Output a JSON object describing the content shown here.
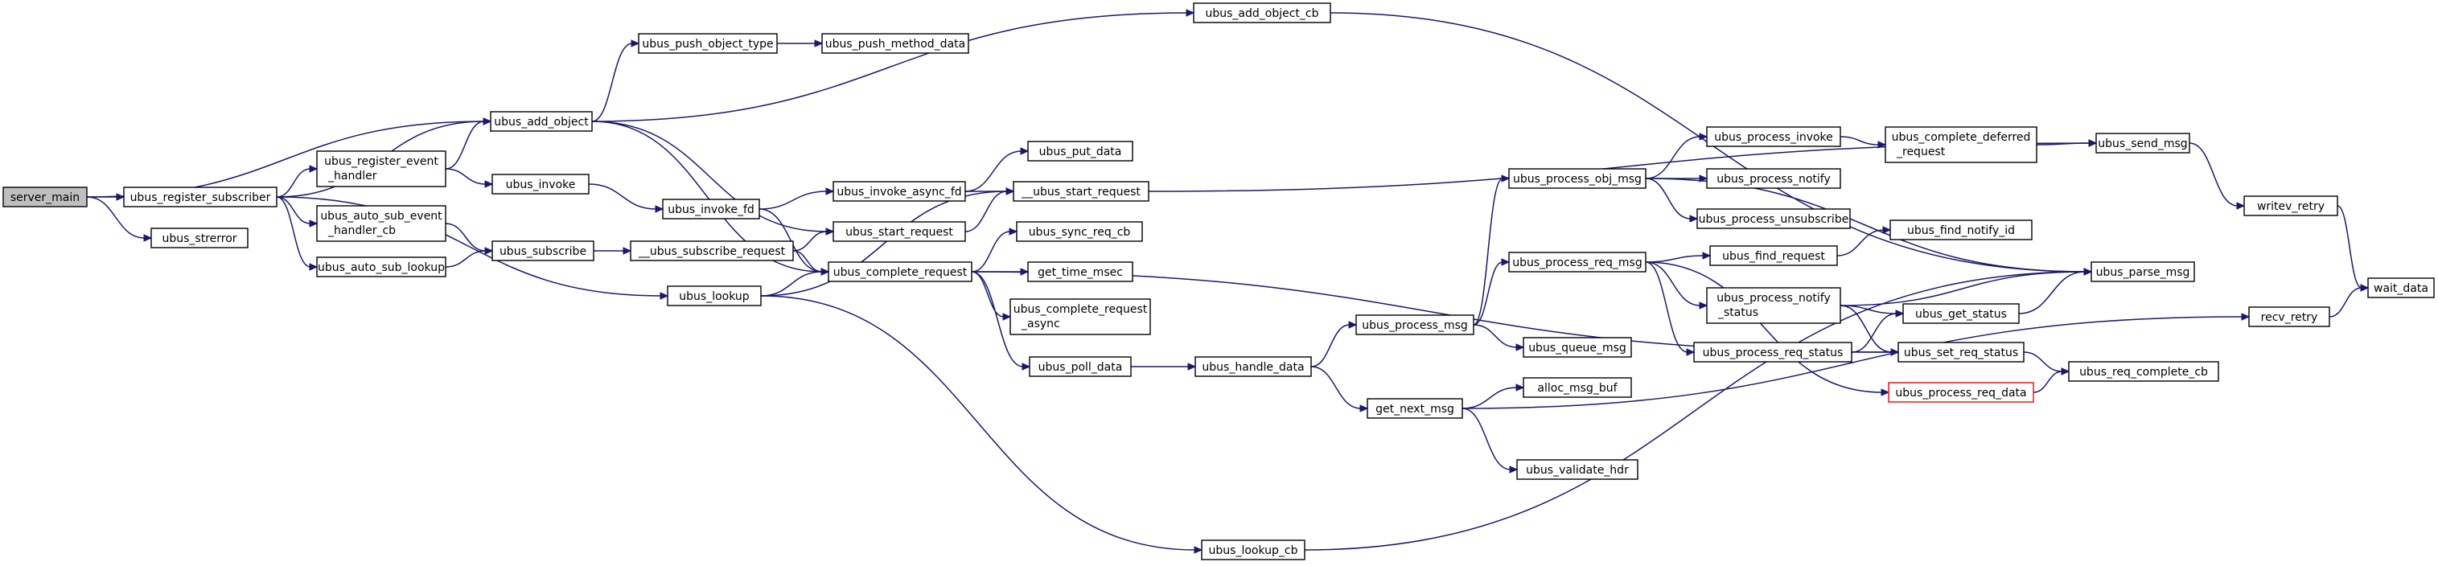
{
  "colors": {
    "edge": "#191970",
    "root_fill": "#bfbfbf",
    "highlight_border": "#ff0000"
  },
  "nodes": {
    "server_main": {
      "lines": [
        "server_main"
      ]
    },
    "ubus_register_subscriber": {
      "lines": [
        "ubus_register_subscriber"
      ]
    },
    "ubus_strerror": {
      "lines": [
        "ubus_strerror"
      ]
    },
    "ubus_add_object": {
      "lines": [
        "ubus_add_object"
      ]
    },
    "ubus_register_event_handler": {
      "lines": [
        "ubus_register_event",
        "_handler"
      ]
    },
    "ubus_auto_sub_event_handler_cb": {
      "lines": [
        "ubus_auto_sub_event",
        "_handler_cb"
      ]
    },
    "ubus_auto_sub_lookup": {
      "lines": [
        "ubus_auto_sub_lookup"
      ]
    },
    "ubus_push_object_type": {
      "lines": [
        "ubus_push_object_type"
      ]
    },
    "ubus_push_method_data": {
      "lines": [
        "ubus_push_method_data"
      ]
    },
    "ubus_add_object_cb": {
      "lines": [
        "ubus_add_object_cb"
      ]
    },
    "ubus_invoke": {
      "lines": [
        "ubus_invoke"
      ]
    },
    "ubus_invoke_fd": {
      "lines": [
        "ubus_invoke_fd"
      ]
    },
    "ubus_subscribe": {
      "lines": [
        "ubus_subscribe"
      ]
    },
    "__ubus_subscribe_request": {
      "lines": [
        "__ubus_subscribe_request"
      ]
    },
    "ubus_lookup": {
      "lines": [
        "ubus_lookup"
      ]
    },
    "ubus_invoke_async_fd": {
      "lines": [
        "ubus_invoke_async_fd"
      ]
    },
    "ubus_put_data": {
      "lines": [
        "ubus_put_data"
      ]
    },
    "__ubus_start_request": {
      "lines": [
        "__ubus_start_request"
      ]
    },
    "ubus_start_request": {
      "lines": [
        "ubus_start_request"
      ]
    },
    "ubus_complete_request": {
      "lines": [
        "ubus_complete_request"
      ]
    },
    "ubus_sync_req_cb": {
      "lines": [
        "ubus_sync_req_cb"
      ]
    },
    "get_time_msec": {
      "lines": [
        "get_time_msec"
      ]
    },
    "ubus_complete_request_async": {
      "lines": [
        "ubus_complete_request",
        "_async"
      ]
    },
    "ubus_poll_data": {
      "lines": [
        "ubus_poll_data"
      ]
    },
    "ubus_handle_data": {
      "lines": [
        "ubus_handle_data"
      ]
    },
    "ubus_process_msg": {
      "lines": [
        "ubus_process_msg"
      ]
    },
    "get_next_msg": {
      "lines": [
        "get_next_msg"
      ]
    },
    "ubus_lookup_cb": {
      "lines": [
        "ubus_lookup_cb"
      ]
    },
    "ubus_process_obj_msg": {
      "lines": [
        "ubus_process_obj_msg"
      ]
    },
    "ubus_process_req_msg": {
      "lines": [
        "ubus_process_req_msg"
      ]
    },
    "ubus_queue_msg": {
      "lines": [
        "ubus_queue_msg"
      ]
    },
    "alloc_msg_buf": {
      "lines": [
        "alloc_msg_buf"
      ]
    },
    "ubus_validate_hdr": {
      "lines": [
        "ubus_validate_hdr"
      ]
    },
    "ubus_process_invoke": {
      "lines": [
        "ubus_process_invoke"
      ]
    },
    "ubus_process_notify": {
      "lines": [
        "ubus_process_notify"
      ]
    },
    "ubus_process_unsubscribe": {
      "lines": [
        "ubus_process_unsubscribe"
      ]
    },
    "ubus_find_request": {
      "lines": [
        "ubus_find_request"
      ]
    },
    "ubus_process_notify_status": {
      "lines": [
        "ubus_process_notify",
        "_status"
      ]
    },
    "ubus_process_req_status": {
      "lines": [
        "ubus_process_req_status"
      ]
    },
    "ubus_process_req_data": {
      "lines": [
        "ubus_process_req_data"
      ]
    },
    "ubus_complete_deferred_request": {
      "lines": [
        "ubus_complete_deferred",
        "_request"
      ]
    },
    "ubus_find_notify_id": {
      "lines": [
        "ubus_find_notify_id"
      ]
    },
    "ubus_get_status": {
      "lines": [
        "ubus_get_status"
      ]
    },
    "ubus_set_req_status": {
      "lines": [
        "ubus_set_req_status"
      ]
    },
    "ubus_send_msg": {
      "lines": [
        "ubus_send_msg"
      ]
    },
    "ubus_parse_msg": {
      "lines": [
        "ubus_parse_msg"
      ]
    },
    "ubus_req_complete_cb": {
      "lines": [
        "ubus_req_complete_cb"
      ]
    },
    "writev_retry": {
      "lines": [
        "writev_retry"
      ]
    },
    "recv_retry": {
      "lines": [
        "recv_retry"
      ]
    },
    "wait_data": {
      "lines": [
        "wait_data"
      ]
    }
  },
  "edges": [
    [
      "server_main",
      "ubus_register_subscriber"
    ],
    [
      "server_main",
      "ubus_strerror"
    ],
    [
      "server_main",
      "ubus_add_object"
    ],
    [
      "ubus_register_subscriber",
      "ubus_add_object"
    ],
    [
      "ubus_register_subscriber",
      "ubus_register_event_handler"
    ],
    [
      "ubus_register_subscriber",
      "ubus_auto_sub_event_handler_cb"
    ],
    [
      "ubus_register_subscriber",
      "ubus_auto_sub_lookup"
    ],
    [
      "ubus_register_subscriber",
      "ubus_lookup"
    ],
    [
      "ubus_add_object",
      "ubus_push_object_type"
    ],
    [
      "ubus_add_object",
      "ubus_add_object_cb"
    ],
    [
      "ubus_add_object",
      "ubus_start_request"
    ],
    [
      "ubus_add_object",
      "ubus_complete_request"
    ],
    [
      "ubus_push_object_type",
      "ubus_push_method_data"
    ],
    [
      "ubus_register_event_handler",
      "ubus_add_object"
    ],
    [
      "ubus_register_event_handler",
      "ubus_invoke"
    ],
    [
      "ubus_invoke",
      "ubus_invoke_fd"
    ],
    [
      "ubus_invoke_fd",
      "ubus_invoke_async_fd"
    ],
    [
      "ubus_invoke_fd",
      "ubus_complete_request"
    ],
    [
      "ubus_auto_sub_event_handler_cb",
      "ubus_subscribe"
    ],
    [
      "ubus_auto_sub_lookup",
      "ubus_subscribe"
    ],
    [
      "ubus_subscribe",
      "__ubus_subscribe_request"
    ],
    [
      "__ubus_subscribe_request",
      "ubus_start_request"
    ],
    [
      "__ubus_subscribe_request",
      "ubus_complete_request"
    ],
    [
      "ubus_lookup",
      "__ubus_start_request"
    ],
    [
      "ubus_lookup",
      "ubus_complete_request"
    ],
    [
      "ubus_lookup",
      "ubus_lookup_cb"
    ],
    [
      "ubus_invoke_async_fd",
      "ubus_put_data"
    ],
    [
      "ubus_invoke_async_fd",
      "__ubus_start_request"
    ],
    [
      "ubus_start_request",
      "__ubus_start_request"
    ],
    [
      "__ubus_start_request",
      "ubus_send_msg"
    ],
    [
      "ubus_complete_request",
      "ubus_sync_req_cb"
    ],
    [
      "ubus_complete_request",
      "get_time_msec"
    ],
    [
      "ubus_complete_request",
      "ubus_complete_request_async"
    ],
    [
      "ubus_complete_request",
      "ubus_poll_data"
    ],
    [
      "ubus_complete_request",
      "ubus_set_req_status"
    ],
    [
      "ubus_poll_data",
      "ubus_handle_data"
    ],
    [
      "ubus_handle_data",
      "ubus_process_msg"
    ],
    [
      "ubus_handle_data",
      "get_next_msg"
    ],
    [
      "ubus_process_msg",
      "ubus_process_obj_msg"
    ],
    [
      "ubus_process_msg",
      "ubus_process_req_msg"
    ],
    [
      "ubus_process_msg",
      "ubus_queue_msg"
    ],
    [
      "get_next_msg",
      "alloc_msg_buf"
    ],
    [
      "get_next_msg",
      "ubus_validate_hdr"
    ],
    [
      "get_next_msg",
      "recv_retry"
    ],
    [
      "ubus_lookup_cb",
      "ubus_parse_msg"
    ],
    [
      "ubus_process_obj_msg",
      "ubus_process_invoke"
    ],
    [
      "ubus_process_obj_msg",
      "ubus_process_notify"
    ],
    [
      "ubus_process_obj_msg",
      "ubus_process_unsubscribe"
    ],
    [
      "ubus_process_obj_msg",
      "ubus_parse_msg"
    ],
    [
      "ubus_process_invoke",
      "ubus_complete_deferred_request"
    ],
    [
      "ubus_complete_deferred_request",
      "ubus_send_msg"
    ],
    [
      "ubus_process_req_msg",
      "ubus_find_request"
    ],
    [
      "ubus_process_req_msg",
      "ubus_process_notify_status"
    ],
    [
      "ubus_process_req_msg",
      "ubus_process_req_status"
    ],
    [
      "ubus_process_req_msg",
      "ubus_process_req_data"
    ],
    [
      "ubus_find_request",
      "ubus_find_notify_id"
    ],
    [
      "ubus_process_notify_status",
      "ubus_parse_msg"
    ],
    [
      "ubus_process_notify_status",
      "ubus_get_status"
    ],
    [
      "ubus_process_notify_status",
      "ubus_set_req_status"
    ],
    [
      "ubus_process_req_status",
      "ubus_get_status"
    ],
    [
      "ubus_process_req_status",
      "ubus_set_req_status"
    ],
    [
      "ubus_get_status",
      "ubus_parse_msg"
    ],
    [
      "ubus_set_req_status",
      "ubus_req_complete_cb"
    ],
    [
      "ubus_process_req_data",
      "ubus_req_complete_cb"
    ],
    [
      "ubus_send_msg",
      "writev_retry"
    ],
    [
      "ubus_add_object_cb",
      "ubus_parse_msg"
    ],
    [
      "writev_retry",
      "wait_data"
    ],
    [
      "recv_retry",
      "wait_data"
    ]
  ]
}
